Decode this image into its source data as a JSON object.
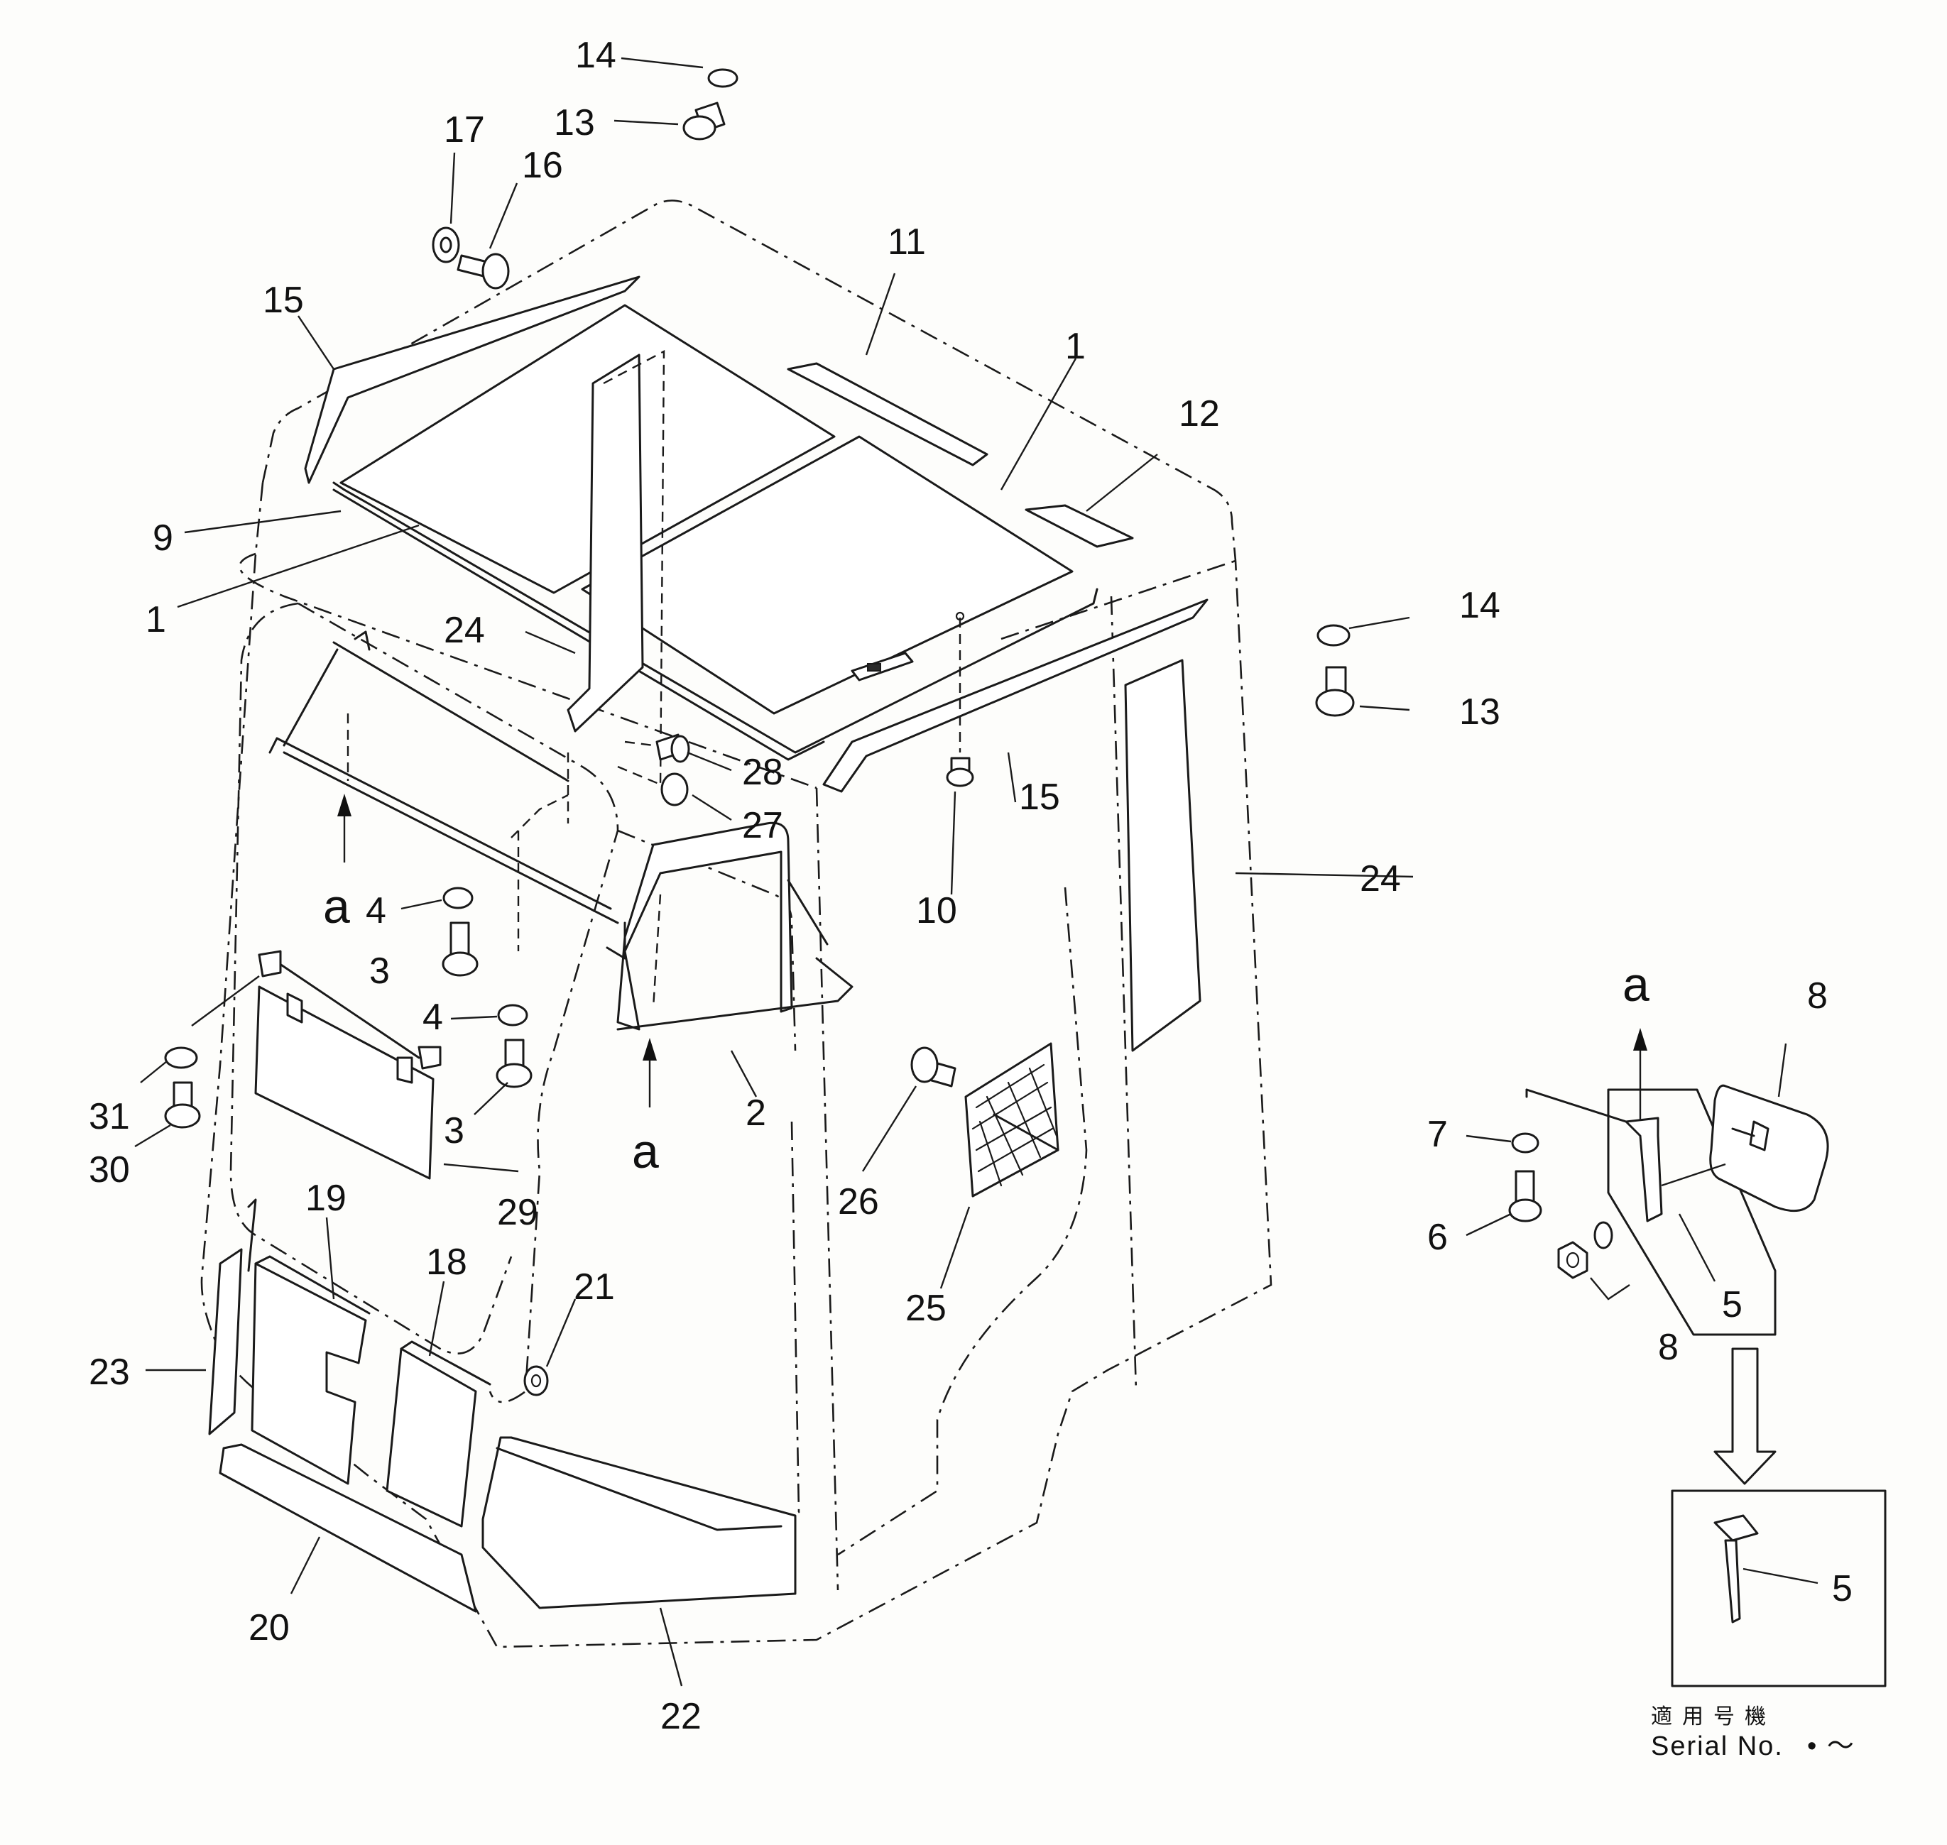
{
  "callouts": [
    "1",
    "1",
    "2",
    "3",
    "3",
    "4",
    "4",
    "5",
    "5",
    "6",
    "7",
    "8",
    "8",
    "9",
    "10",
    "11",
    "12",
    "13",
    "13",
    "14",
    "14",
    "15",
    "15",
    "16",
    "17",
    "18",
    "19",
    "20",
    "21",
    "22",
    "23",
    "24",
    "24",
    "25",
    "26",
    "27",
    "28",
    "29",
    "30",
    "31"
  ],
  "view_letters": [
    "a",
    "a",
    "a"
  ],
  "serial_note": {
    "japanese": "適用号機",
    "label": "Serial No.",
    "range": "•  ～"
  }
}
